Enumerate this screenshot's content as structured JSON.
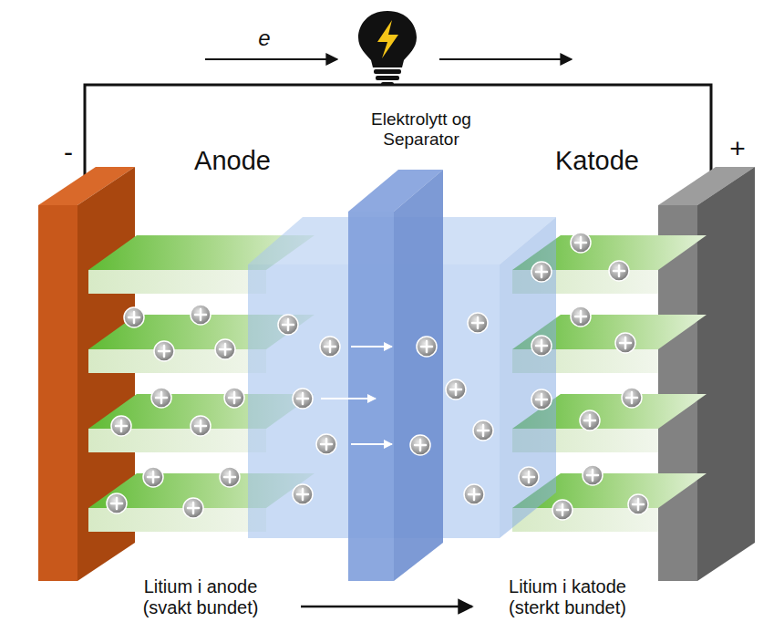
{
  "diagram": {
    "labels": [
      "e",
      "-",
      "+",
      "Anode",
      "Elektrolytt og Separator",
      "Katode",
      "Litium i anode (svakt bundet)",
      "Litium i katode (sterkt bundet)"
    ]
  }
}
